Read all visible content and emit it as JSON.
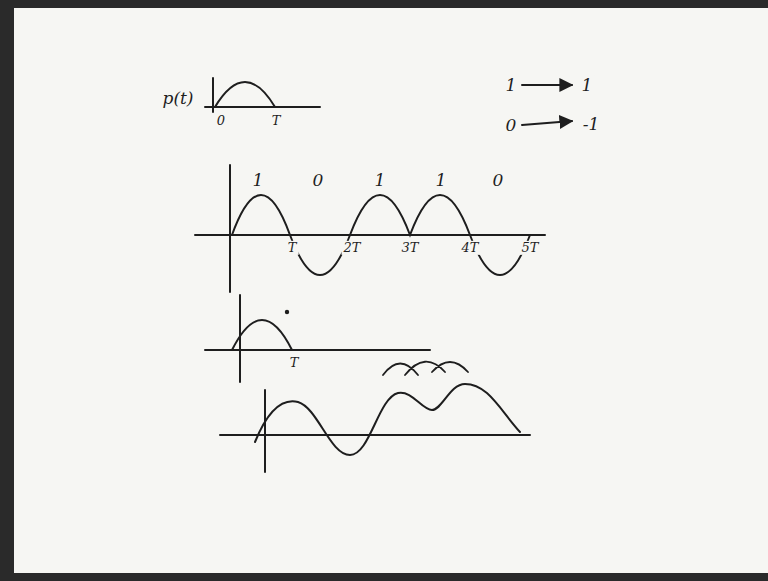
{
  "diagram": {
    "labels": [
      "p(t)",
      "0",
      "T",
      "1",
      "1",
      "0",
      "-1",
      "1",
      "0",
      "1",
      "1",
      "0",
      "T",
      "2T",
      "3T",
      "4T",
      "5T",
      "T"
    ]
  }
}
